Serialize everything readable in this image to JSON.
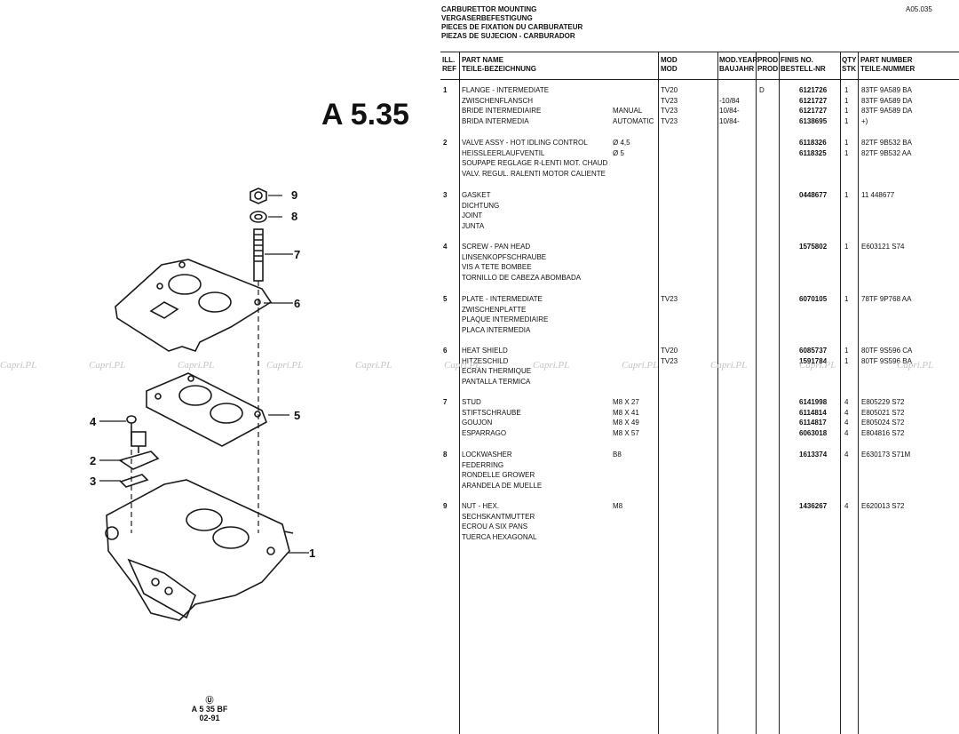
{
  "header": {
    "titles": [
      "CARBURETTOR MOUNTING",
      "VERGASERBEFESTIGUNG",
      "PIECES DE FIXATION DU CARBURATEUR",
      "PIEZAS DE SUJECION - CARBURADOR"
    ],
    "ref_code": "A05.035"
  },
  "big_code": "A 5.35",
  "columns": {
    "ill": [
      "ILL.",
      "REF"
    ],
    "name": [
      "PART NAME",
      "TEILE-BEZEICHNUNG"
    ],
    "mod": [
      "MOD",
      "MOD"
    ],
    "modyear": [
      "MOD.YEAR",
      "BAUJAHR"
    ],
    "prod": [
      "PROD",
      "PROD"
    ],
    "finis": [
      "FINIS NO.",
      "BESTELL-NR"
    ],
    "qty": [
      "QTY",
      "STK"
    ],
    "partnumber": [
      "PART NUMBER",
      "TEILE-NUMMER"
    ]
  },
  "entries": [
    {
      "ref": "1",
      "names": [
        "FLANGE - INTERMEDIATE",
        "ZWISCHENFLANSCH",
        "BRIDE INTERMEDIAIRE",
        "BRIDA INTERMEDIA"
      ],
      "notes": [
        "",
        "",
        "MANUAL",
        "AUTOMATIC"
      ],
      "mods": [
        "TV20",
        "TV23",
        "TV23",
        "TV23"
      ],
      "years": [
        "",
        "-10/84",
        "10/84-",
        "10/84-"
      ],
      "prods": [
        "D",
        "",
        "",
        ""
      ],
      "finis": [
        "6121726",
        "6121727",
        "6121727",
        "6138695"
      ],
      "qtys": [
        "1",
        "1",
        "1",
        "1"
      ],
      "parts": [
        "83TF 9A589 BA",
        "83TF 9A589 DA",
        "83TF 9A589 DA",
        "+)"
      ]
    },
    {
      "ref": "2",
      "names": [
        "VALVE ASSY - HOT IDLING CONTROL",
        "HEISSLEERLAUFVENTIL",
        "SOUPAPE REGLAGE R-LENTI MOT. CHAUD",
        "VALV. REGUL. RALENTI MOTOR CALIENTE"
      ],
      "notes": [
        "Ø 4,5",
        "Ø 5",
        "",
        ""
      ],
      "mods": [],
      "years": [],
      "prods": [],
      "finis": [
        "6118326",
        "6118325"
      ],
      "qtys": [
        "1",
        "1"
      ],
      "parts": [
        "82TF 9B532 BA",
        "82TF 9B532 AA"
      ]
    },
    {
      "ref": "3",
      "names": [
        "GASKET",
        "DICHTUNG",
        "JOINT",
        "JUNTA"
      ],
      "notes": [],
      "mods": [],
      "years": [],
      "prods": [],
      "finis": [
        "0448677"
      ],
      "qtys": [
        "1"
      ],
      "parts": [
        "11 448677"
      ]
    },
    {
      "ref": "4",
      "names": [
        "SCREW - PAN HEAD",
        "LINSENKOPFSCHRAUBE",
        "VIS A TETE BOMBEE",
        "TORNILLO DE CABEZA ABOMBADA"
      ],
      "notes": [],
      "mods": [],
      "years": [],
      "prods": [],
      "finis": [
        "1575802"
      ],
      "qtys": [
        "1"
      ],
      "parts": [
        "E603121 S74"
      ]
    },
    {
      "ref": "5",
      "names": [
        "PLATE - INTERMEDIATE",
        "ZWISCHENPLATTE",
        "PLAQUE INTERMEDIAIRE",
        "PLACA INTERMEDIA"
      ],
      "notes": [],
      "mods": [
        "TV23"
      ],
      "years": [],
      "prods": [],
      "finis": [
        "6070105"
      ],
      "qtys": [
        "1"
      ],
      "parts": [
        "78TF 9P768 AA"
      ]
    },
    {
      "ref": "6",
      "names": [
        "HEAT SHIELD",
        "HITZESCHILD",
        "ECRAN THERMIQUE",
        "PANTALLA TERMICA"
      ],
      "notes": [],
      "mods": [
        "TV20",
        "TV23"
      ],
      "years": [],
      "prods": [],
      "finis": [
        "6085737",
        "1591784"
      ],
      "qtys": [
        "1",
        "1"
      ],
      "parts": [
        "80TF 9S596 CA",
        "80TF 9S596 BA"
      ]
    },
    {
      "ref": "7",
      "names": [
        "STUD",
        "STIFTSCHRAUBE",
        "GOUJON",
        "ESPARRAGO"
      ],
      "notes": [
        "M8 X 27",
        "M8 X 41",
        "M8 X 49",
        "M8 X 57"
      ],
      "mods": [],
      "years": [],
      "prods": [],
      "finis": [
        "6141998",
        "6114814",
        "6114817",
        "6063018"
      ],
      "qtys": [
        "4",
        "4",
        "4",
        "4"
      ],
      "parts": [
        "E805229 S72",
        "E805021 S72",
        "E805024 S72",
        "E804816 S72"
      ]
    },
    {
      "ref": "8",
      "names": [
        "LOCKWASHER",
        "FEDERRING",
        "RONDELLE GROWER",
        "ARANDELA DE MUELLE"
      ],
      "notes": [
        "B8"
      ],
      "mods": [],
      "years": [],
      "prods": [],
      "finis": [
        "1613374"
      ],
      "qtys": [
        "4"
      ],
      "parts": [
        "E630173 S71M"
      ]
    },
    {
      "ref": "9",
      "names": [
        "NUT - HEX.",
        "SECHSKANTMUTTER",
        "ECROU A SIX PANS",
        "TUERCA HEXAGONAL"
      ],
      "notes": [
        "M8"
      ],
      "mods": [],
      "years": [],
      "prods": [],
      "finis": [
        "1436267"
      ],
      "qtys": [
        "4"
      ],
      "parts": [
        "E620013 S72"
      ]
    }
  ],
  "callouts": [
    "9",
    "8",
    "7",
    "6",
    "5",
    "4",
    "2",
    "3",
    "1"
  ],
  "watermark": "Capri.PL",
  "footer": {
    "symbol": "Ⓤ",
    "code": "A 5 35 BF",
    "date": "02-91"
  }
}
